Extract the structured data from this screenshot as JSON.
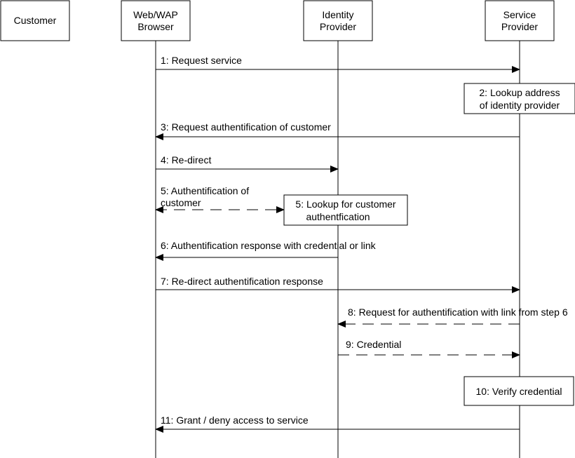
{
  "participants": [
    {
      "id": "customer",
      "lines": [
        "Customer"
      ]
    },
    {
      "id": "browser",
      "lines": [
        "Web/WAP",
        "Browser"
      ]
    },
    {
      "id": "idp",
      "lines": [
        "Identity",
        "Provider"
      ]
    },
    {
      "id": "sp",
      "lines": [
        "Service",
        "Provider"
      ]
    }
  ],
  "messages": [
    {
      "id": "m1",
      "label": "1: Request service",
      "from": "browser",
      "to": "sp",
      "style": "solid"
    },
    {
      "id": "m3",
      "label": "3: Request authentification of customer",
      "from": "sp",
      "to": "browser",
      "style": "solid"
    },
    {
      "id": "m4",
      "label": "4: Re-direct",
      "from": "browser",
      "to": "idp",
      "style": "solid"
    },
    {
      "id": "m5",
      "lines": [
        "5: Authentification of",
        "customer"
      ],
      "from": "browser",
      "to": "idp-note",
      "style": "dashed",
      "bidirectional": true
    },
    {
      "id": "m6",
      "label": "6: Authentification response with credential or link",
      "from": "idp",
      "to": "browser",
      "style": "solid"
    },
    {
      "id": "m7",
      "label": "7: Re-direct authentification response",
      "from": "browser",
      "to": "sp",
      "style": "solid"
    },
    {
      "id": "m8",
      "label": "8: Request for authentification with link from step 6",
      "from": "sp",
      "to": "idp",
      "style": "dashed"
    },
    {
      "id": "m9",
      "label": "9: Credential",
      "from": "idp",
      "to": "sp",
      "style": "dashed"
    },
    {
      "id": "m11",
      "label": "11: Grant / deny access to service",
      "from": "sp",
      "to": "browser",
      "style": "solid"
    }
  ],
  "notes": [
    {
      "id": "n2",
      "lines": [
        "2: Lookup address",
        "of identity provider"
      ],
      "on": "sp"
    },
    {
      "id": "n5",
      "lines": [
        "5: Lookup for customer",
        "authentfication"
      ],
      "on": "idp"
    },
    {
      "id": "n10",
      "lines": [
        "10: Verify credential"
      ],
      "on": "sp"
    }
  ]
}
